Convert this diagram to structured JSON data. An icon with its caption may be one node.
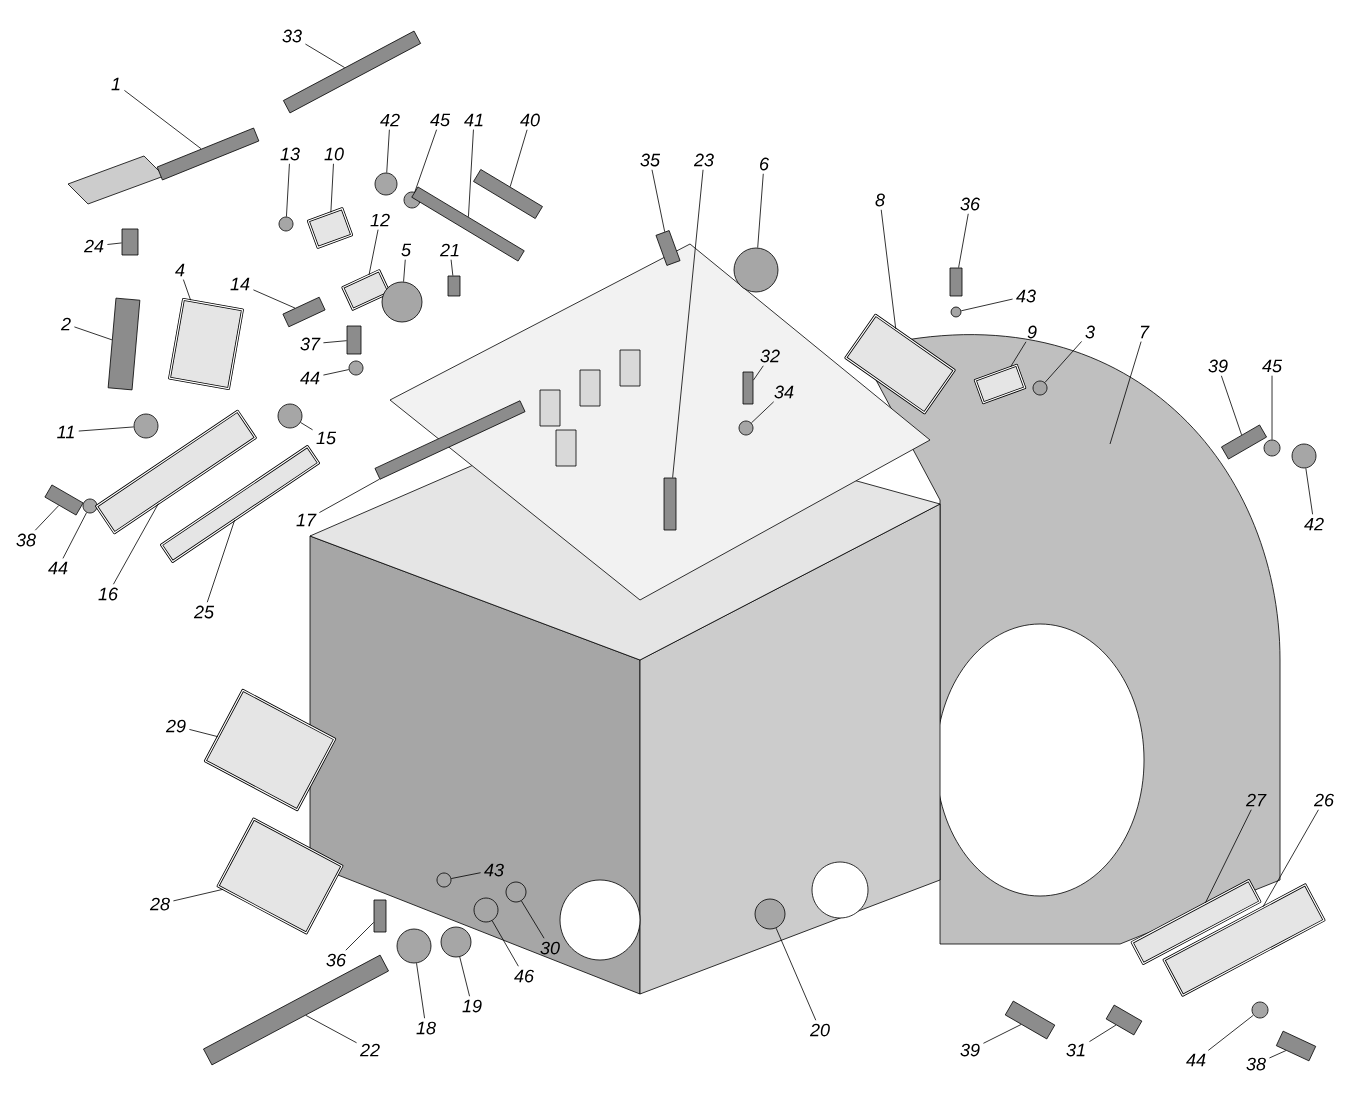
{
  "diagram": {
    "nodes": [
      {
        "text": [
          "33"
        ]
      },
      {
        "text": [
          "1"
        ]
      },
      {
        "text": [
          "42"
        ]
      },
      {
        "text": [
          "45"
        ]
      },
      {
        "text": [
          "41"
        ]
      },
      {
        "text": [
          "40"
        ]
      },
      {
        "text": [
          "35"
        ]
      },
      {
        "text": [
          "23"
        ]
      },
      {
        "text": [
          "6"
        ]
      },
      {
        "text": [
          "13"
        ]
      },
      {
        "text": [
          "10"
        ]
      },
      {
        "text": [
          "8"
        ]
      },
      {
        "text": [
          "36"
        ]
      },
      {
        "text": [
          "24"
        ]
      },
      {
        "text": [
          "12"
        ]
      },
      {
        "text": [
          "5"
        ]
      },
      {
        "text": [
          "21"
        ]
      },
      {
        "text": [
          "4"
        ]
      },
      {
        "text": [
          "14"
        ]
      },
      {
        "text": [
          "43"
        ]
      },
      {
        "text": [
          "2"
        ]
      },
      {
        "text": [
          "9"
        ]
      },
      {
        "text": [
          "3"
        ]
      },
      {
        "text": [
          "7"
        ]
      },
      {
        "text": [
          "37"
        ]
      },
      {
        "text": [
          "32"
        ]
      },
      {
        "text": [
          "39"
        ]
      },
      {
        "text": [
          "45"
        ]
      },
      {
        "text": [
          "44"
        ]
      },
      {
        "text": [
          "34"
        ]
      },
      {
        "text": [
          "11"
        ]
      },
      {
        "text": [
          "15"
        ]
      },
      {
        "text": [
          "17"
        ]
      },
      {
        "text": [
          "42"
        ]
      },
      {
        "text": [
          "38"
        ]
      },
      {
        "text": [
          "44"
        ]
      },
      {
        "text": [
          "16"
        ]
      },
      {
        "text": [
          "25"
        ]
      },
      {
        "text": [
          "29"
        ]
      },
      {
        "text": [
          "27"
        ]
      },
      {
        "text": [
          "26"
        ]
      },
      {
        "text": [
          "43"
        ]
      },
      {
        "text": [
          "28"
        ]
      },
      {
        "text": [
          "36"
        ]
      },
      {
        "text": [
          "30"
        ]
      },
      {
        "text": [
          "46"
        ]
      },
      {
        "text": [
          "19"
        ]
      },
      {
        "text": [
          "18"
        ]
      },
      {
        "text": [
          "20"
        ]
      },
      {
        "text": [
          "22"
        ]
      },
      {
        "text": [
          "39"
        ]
      },
      {
        "text": [
          "31"
        ]
      },
      {
        "text": [
          "44"
        ]
      },
      {
        "text": [
          "38"
        ]
      },
      {
        "text": [],
        "shape": "bar"
      },
      {
        "text": [],
        "shape": "bar"
      },
      {
        "text": [],
        "shape": "circle"
      },
      {
        "text": [],
        "shape": "circle"
      },
      {
        "text": [],
        "shape": "bar"
      },
      {
        "text": [],
        "shape": "bar"
      },
      {
        "text": [],
        "shape": "bar"
      },
      {
        "text": [],
        "shape": "bar"
      },
      {
        "text": [],
        "shape": "circle"
      },
      {
        "text": [],
        "shape": "circle"
      },
      {
        "text": [],
        "shape": "box"
      },
      {
        "text": [],
        "shape": "box"
      },
      {
        "text": [],
        "shape": "bar"
      },
      {
        "text": [],
        "shape": "bar"
      },
      {
        "text": [],
        "shape": "box"
      },
      {
        "text": [],
        "shape": "circle"
      },
      {
        "text": [],
        "shape": "bar"
      },
      {
        "text": [],
        "shape": "box"
      },
      {
        "text": [],
        "shape": "bar"
      },
      {
        "text": [],
        "shape": "circle"
      },
      {
        "text": [],
        "shape": "bar"
      },
      {
        "text": [],
        "shape": "box"
      },
      {
        "text": [],
        "shape": "circle"
      },
      {
        "text": [],
        "shape": "bar"
      },
      {
        "text": [],
        "shape": "bar"
      },
      {
        "text": [],
        "shape": "bar"
      },
      {
        "text": [],
        "shape": "circle"
      },
      {
        "text": [],
        "shape": "circle"
      },
      {
        "text": [],
        "shape": "circle"
      },
      {
        "text": [],
        "shape": "circle"
      },
      {
        "text": [],
        "shape": "circle"
      },
      {
        "text": [],
        "shape": "bar"
      },
      {
        "text": [],
        "shape": "circle"
      },
      {
        "text": [],
        "shape": "bar"
      },
      {
        "text": [],
        "shape": "circle"
      },
      {
        "text": [],
        "shape": "box"
      },
      {
        "text": [],
        "shape": "box"
      },
      {
        "text": [],
        "shape": "box"
      },
      {
        "text": [],
        "shape": "box"
      },
      {
        "text": [],
        "shape": "box"
      },
      {
        "text": [],
        "shape": "circle"
      },
      {
        "text": [],
        "shape": "box"
      },
      {
        "text": [],
        "shape": "bar"
      },
      {
        "text": [],
        "shape": "circle"
      },
      {
        "text": [],
        "shape": "circle"
      },
      {
        "text": [],
        "shape": "circle"
      },
      {
        "text": [],
        "shape": "circle"
      },
      {
        "text": [],
        "shape": "circle"
      },
      {
        "text": [],
        "shape": "bar"
      },
      {
        "text": [],
        "shape": "bar"
      },
      {
        "text": [],
        "shape": "bar"
      },
      {
        "text": [],
        "shape": "circle"
      },
      {
        "text": [],
        "shape": "bar"
      }
    ],
    "edges": [
      {
        "from": 0,
        "to": 54,
        "arrow": "none"
      },
      {
        "from": 1,
        "to": 55,
        "arrow": "none"
      },
      {
        "from": 2,
        "to": 56,
        "arrow": "none"
      },
      {
        "from": 3,
        "to": 57,
        "arrow": "none"
      },
      {
        "from": 4,
        "to": 58,
        "arrow": "none"
      },
      {
        "from": 5,
        "to": 59,
        "arrow": "none"
      },
      {
        "from": 6,
        "to": 60,
        "arrow": "none"
      },
      {
        "from": 7,
        "to": 61,
        "arrow": "none"
      },
      {
        "from": 8,
        "to": 62,
        "arrow": "none"
      },
      {
        "from": 9,
        "to": 63,
        "arrow": "none"
      },
      {
        "from": 10,
        "to": 64,
        "arrow": "none"
      },
      {
        "from": 11,
        "to": 65,
        "arrow": "none"
      },
      {
        "from": 12,
        "to": 66,
        "arrow": "none"
      },
      {
        "from": 13,
        "to": 67,
        "arrow": "none"
      },
      {
        "from": 14,
        "to": 68,
        "arrow": "none"
      },
      {
        "from": 15,
        "to": 69,
        "arrow": "none"
      },
      {
        "from": 16,
        "to": 70,
        "arrow": "none"
      },
      {
        "from": 17,
        "to": 71,
        "arrow": "none"
      },
      {
        "from": 18,
        "to": 72,
        "arrow": "none"
      },
      {
        "from": 19,
        "to": 73,
        "arrow": "none"
      },
      {
        "from": 20,
        "to": 74,
        "arrow": "none"
      },
      {
        "from": 21,
        "to": 75,
        "arrow": "none"
      },
      {
        "from": 22,
        "to": 76,
        "arrow": "none"
      },
      {
        "from": 23,
        "to": null,
        "arrow": "none"
      },
      {
        "from": 24,
        "to": 77,
        "arrow": "none"
      },
      {
        "from": 25,
        "to": 78,
        "arrow": "none"
      },
      {
        "from": 26,
        "to": 79,
        "arrow": "none"
      },
      {
        "from": 27,
        "to": 80,
        "arrow": "none"
      },
      {
        "from": 28,
        "to": 81,
        "arrow": "none"
      },
      {
        "from": 29,
        "to": 82,
        "arrow": "none"
      },
      {
        "from": 30,
        "to": 83,
        "arrow": "none"
      },
      {
        "from": 31,
        "to": 84,
        "arrow": "none"
      },
      {
        "from": 32,
        "to": 85,
        "arrow": "none"
      },
      {
        "from": 33,
        "to": 86,
        "arrow": "none"
      },
      {
        "from": 34,
        "to": 87,
        "arrow": "none"
      },
      {
        "from": 35,
        "to": 88,
        "arrow": "none"
      },
      {
        "from": 36,
        "to": 89,
        "arrow": "none"
      },
      {
        "from": 37,
        "to": 90,
        "arrow": "none"
      },
      {
        "from": 38,
        "to": 91,
        "arrow": "none"
      },
      {
        "from": 39,
        "to": 92,
        "arrow": "none"
      },
      {
        "from": 40,
        "to": 93,
        "arrow": "none"
      },
      {
        "from": 41,
        "to": 94,
        "arrow": "none"
      },
      {
        "from": 42,
        "to": 95,
        "arrow": "none"
      },
      {
        "from": 43,
        "to": 96,
        "arrow": "none"
      },
      {
        "from": 44,
        "to": 97,
        "arrow": "none"
      },
      {
        "from": 45,
        "to": 98,
        "arrow": "none"
      },
      {
        "from": 46,
        "to": 99,
        "arrow": "none"
      },
      {
        "from": 47,
        "to": 100,
        "arrow": "none"
      },
      {
        "from": 48,
        "to": 101,
        "arrow": "none"
      },
      {
        "from": 49,
        "to": 102,
        "arrow": "none"
      },
      {
        "from": 50,
        "to": 103,
        "arrow": "none"
      },
      {
        "from": 51,
        "to": 104,
        "arrow": "none"
      },
      {
        "from": 52,
        "to": 105,
        "arrow": "none"
      },
      {
        "from": 53,
        "to": 106,
        "arrow": "none"
      }
    ]
  }
}
